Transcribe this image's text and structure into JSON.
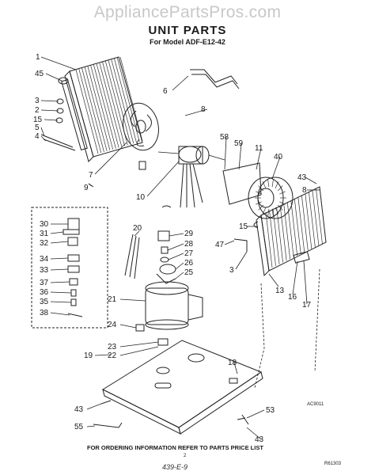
{
  "watermark": "AppliancePartsPros.com",
  "title": "UNIT PARTS",
  "model": "For Model ADF-E12-42",
  "footer_note": "FOR ORDERING INFORMATION REFER TO PARTS PRICE LIST",
  "page_number": "2",
  "handwritten": "439-E-9",
  "code_ac": "AC9011",
  "code_bottom": "R61303",
  "callouts": [
    {
      "id": "c1",
      "text": "1"
    },
    {
      "id": "c45a",
      "text": "45"
    },
    {
      "id": "c3a",
      "text": "3"
    },
    {
      "id": "c2",
      "text": "2"
    },
    {
      "id": "c15a",
      "text": "15"
    },
    {
      "id": "c5",
      "text": "5"
    },
    {
      "id": "c4",
      "text": "4"
    },
    {
      "id": "c6",
      "text": "6"
    },
    {
      "id": "c8a",
      "text": "8"
    },
    {
      "id": "c7",
      "text": "7"
    },
    {
      "id": "c9",
      "text": "9"
    },
    {
      "id": "c10",
      "text": "10"
    },
    {
      "id": "c58",
      "text": "58"
    },
    {
      "id": "c59",
      "text": "59"
    },
    {
      "id": "c11",
      "text": "11"
    },
    {
      "id": "c40",
      "text": "40"
    },
    {
      "id": "c43a",
      "text": "43"
    },
    {
      "id": "c8b",
      "text": "8"
    },
    {
      "id": "c15b",
      "text": "15"
    },
    {
      "id": "c47",
      "text": "47"
    },
    {
      "id": "c3b",
      "text": "3"
    },
    {
      "id": "c13",
      "text": "13"
    },
    {
      "id": "c16",
      "text": "16"
    },
    {
      "id": "c17",
      "text": "17"
    },
    {
      "id": "c30",
      "text": "30"
    },
    {
      "id": "c31",
      "text": "31"
    },
    {
      "id": "c32",
      "text": "32"
    },
    {
      "id": "c34",
      "text": "34"
    },
    {
      "id": "c33",
      "text": "33"
    },
    {
      "id": "c37",
      "text": "37"
    },
    {
      "id": "c36",
      "text": "36"
    },
    {
      "id": "c35",
      "text": "35"
    },
    {
      "id": "c38",
      "text": "38"
    },
    {
      "id": "c20",
      "text": "20"
    },
    {
      "id": "c29",
      "text": "29"
    },
    {
      "id": "c28",
      "text": "28"
    },
    {
      "id": "c27",
      "text": "27"
    },
    {
      "id": "c26",
      "text": "26"
    },
    {
      "id": "c25",
      "text": "25"
    },
    {
      "id": "c21",
      "text": "21"
    },
    {
      "id": "c24",
      "text": "24"
    },
    {
      "id": "c23",
      "text": "23"
    },
    {
      "id": "c22",
      "text": "22"
    },
    {
      "id": "c18",
      "text": "18"
    },
    {
      "id": "c19",
      "text": "19"
    },
    {
      "id": "c43b",
      "text": "43"
    },
    {
      "id": "c55",
      "text": "55"
    },
    {
      "id": "c53",
      "text": "53"
    },
    {
      "id": "c43c",
      "text": "43"
    }
  ]
}
